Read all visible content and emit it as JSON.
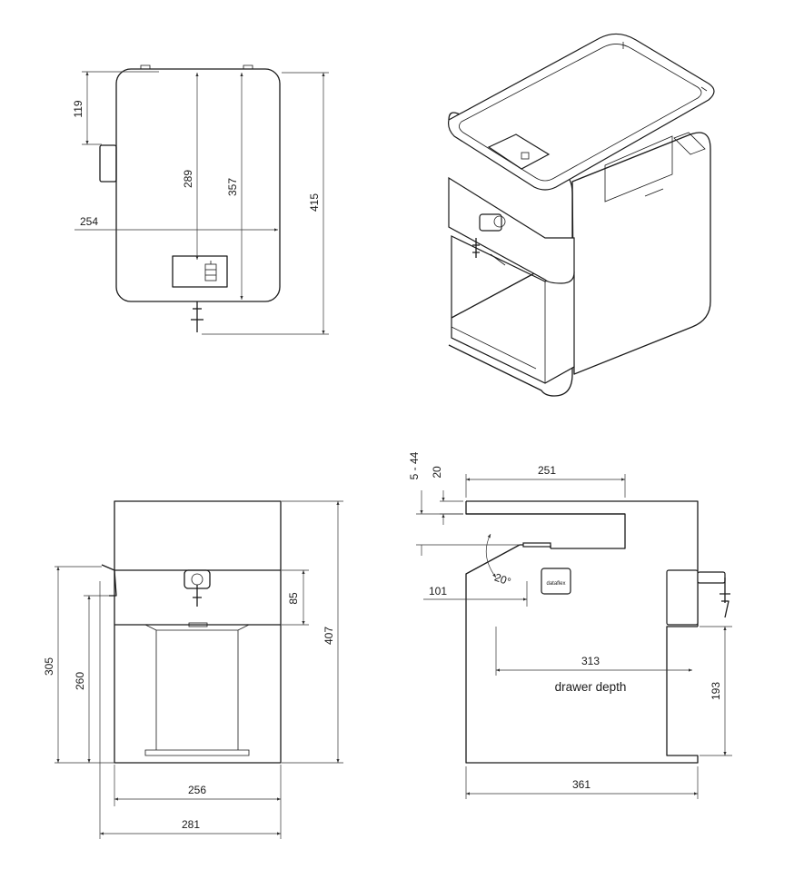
{
  "top_view": {
    "dims": [
      "119",
      "289",
      "357",
      "415",
      "254"
    ]
  },
  "front_view": {
    "dims": [
      "85",
      "407",
      "305",
      "260",
      "256",
      "281"
    ]
  },
  "side_view": {
    "dims": [
      "5 - 44",
      "20",
      "251",
      "20°",
      "101",
      "313",
      "193",
      "361"
    ],
    "drawer_caption": "drawer depth"
  },
  "brand": "dataflex"
}
